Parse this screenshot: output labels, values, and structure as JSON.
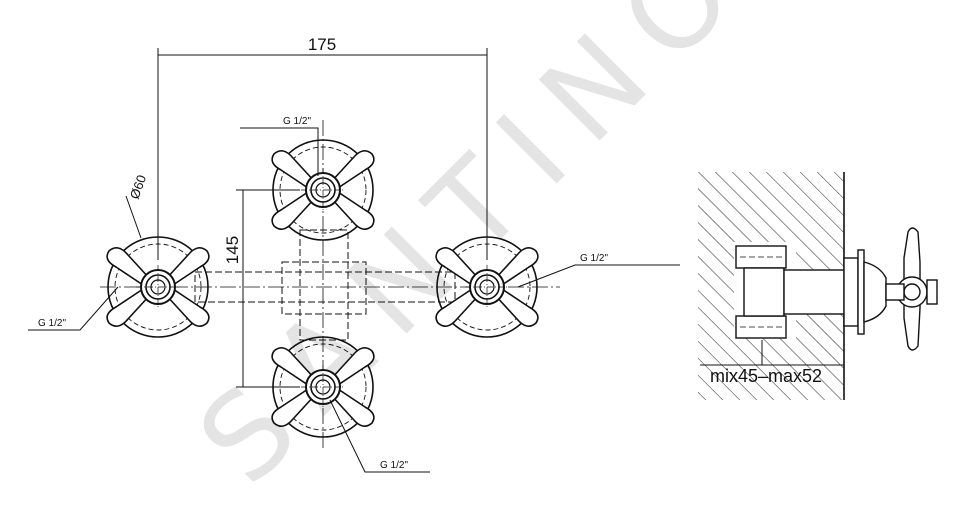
{
  "watermark": "SANTINO",
  "dimensions": {
    "width": "175",
    "height": "145",
    "diameter": "Ø60",
    "side_depth": "mix45–max52"
  },
  "threads": {
    "top": "G 1/2\"",
    "right": "G 1/2\"",
    "left": "G 1/2\"",
    "bottom": "G 1/2\""
  },
  "colors": {
    "ink": "#111111",
    "watermark": "#e4e4e4",
    "background": "#ffffff"
  }
}
